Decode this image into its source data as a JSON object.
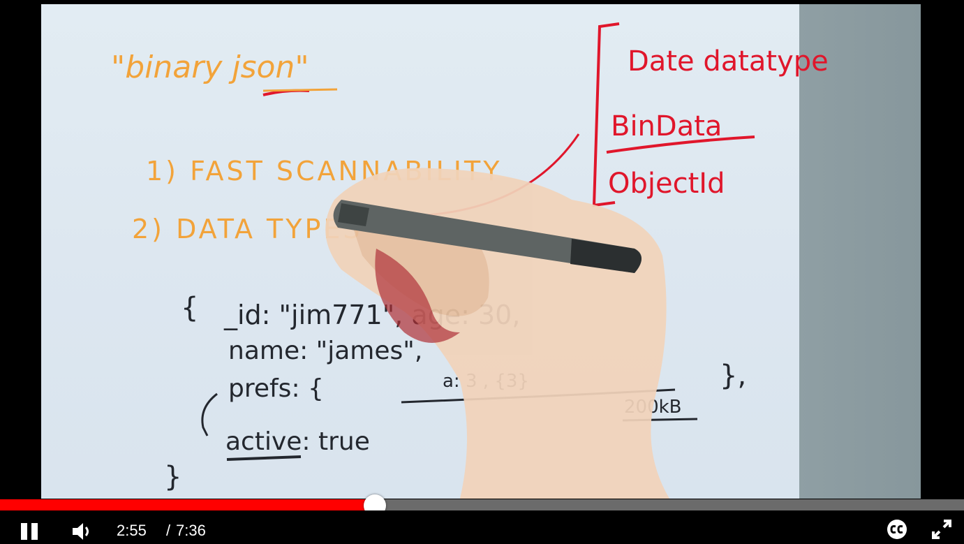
{
  "player": {
    "current_time": "2:55",
    "time_separator": "/",
    "duration": "7:36",
    "progress_fraction": 0.389,
    "played_color": "#ff0000",
    "track_color": "#6b6b6b",
    "controls": {
      "play_pause": "pause-icon",
      "volume": "volume-icon",
      "captions": "captions-icon",
      "fullscreen": "fullscreen-icon"
    }
  },
  "whiteboard": {
    "title": "\"binary json\"",
    "point1": "1) FAST SCANNABILITY",
    "point2": "2) DATA TYPES",
    "datatypes": [
      "Date datatype",
      "BinData",
      "ObjectId"
    ],
    "doc_open": "{",
    "doc_line1": "_id: \"jim771\", age: 30,",
    "doc_line2": "name: \"james\",",
    "doc_line3": "prefs: {",
    "doc_line3b": "a: 3 , {3}",
    "doc_line3c": "},",
    "doc_size": "200kB",
    "doc_line4": "active: true",
    "doc_close": "}",
    "ink_orange": "#f2a33a",
    "ink_red": "#e0162b",
    "ink_dark": "#23272e"
  }
}
